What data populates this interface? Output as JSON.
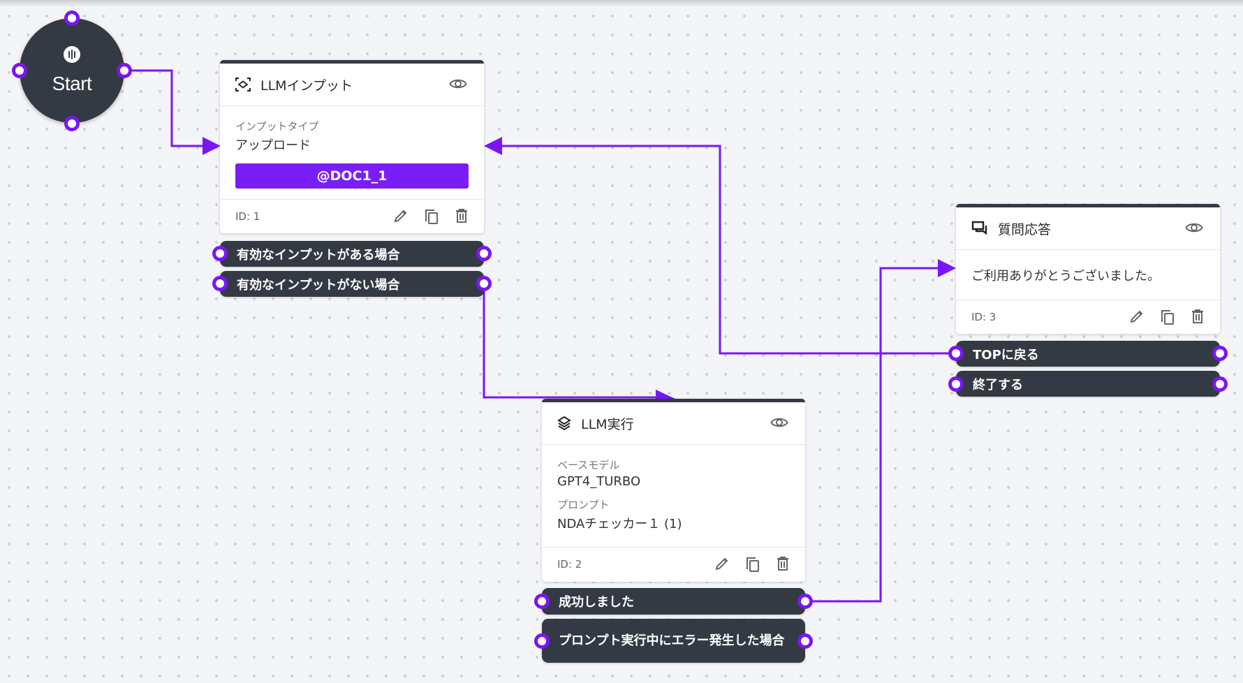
{
  "colors": {
    "accent": "#7a16f5",
    "node_dark": "#343a43",
    "background": "#f3f5f8"
  },
  "start_node": {
    "label": "Start",
    "icon": "broadcast-icon"
  },
  "nodes": [
    {
      "id_label": "ID: 1",
      "title": "LLMインプット",
      "icon": "scan-icon",
      "fields": [
        {
          "label": "インプットタイプ",
          "value": "アップロード"
        }
      ],
      "tag_button": "@DOC1_1",
      "outputs": [
        "有効なインプットがある場合",
        "有効なインプットがない場合"
      ]
    },
    {
      "id_label": "ID: 2",
      "title": "LLM実行",
      "icon": "layers-icon",
      "fields": [
        {
          "label": "ベースモデル",
          "value": "GPT4_TURBO"
        },
        {
          "label": "プロンプト",
          "value": "NDAチェッカー１ (1)"
        }
      ],
      "outputs": [
        "成功しました",
        "プロンプト実行中にエラー発生した場合"
      ]
    },
    {
      "id_label": "ID: 3",
      "title": "質問応答",
      "icon": "chat-icon",
      "message": "ご利用ありがとうございました。",
      "outputs": [
        "TOPに戻る",
        "終了する"
      ]
    }
  ],
  "actions": {
    "view": "eye-icon",
    "edit": "pencil-icon",
    "copy": "copy-icon",
    "delete": "trash-icon"
  }
}
